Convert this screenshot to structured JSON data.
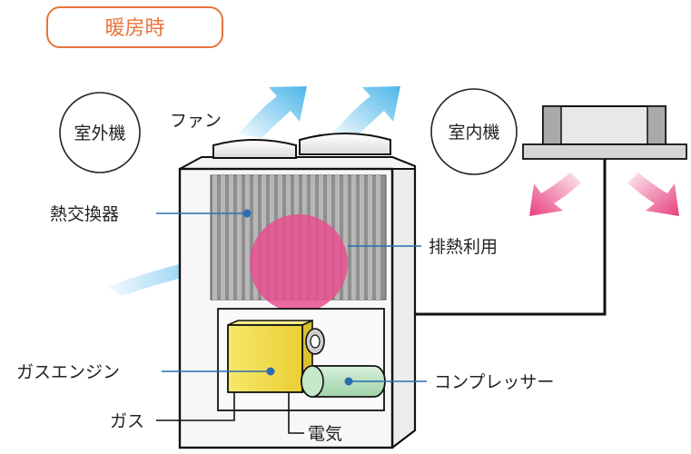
{
  "mode_label": "暖房時",
  "labels": {
    "outdoor_unit": "室外機",
    "indoor_unit": "室内機",
    "fan": "ファン",
    "heat_exchanger": "熱交換器",
    "exhaust_heat_use": "排熱利用",
    "gas_engine": "ガスエンジン",
    "gas": "ガス",
    "compressor": "コンプレッサー",
    "electricity": "電気"
  },
  "colors": {
    "mode_accent": "#e8743b",
    "airflow_blue": "#4cb6e8",
    "warm_air_pink": "#e83f7e",
    "heat_circle": "#e8508f",
    "engine_yellow": "#f3e04a",
    "compressor_green": "#bfe6c4",
    "leader_blue": "#2a6db5"
  }
}
